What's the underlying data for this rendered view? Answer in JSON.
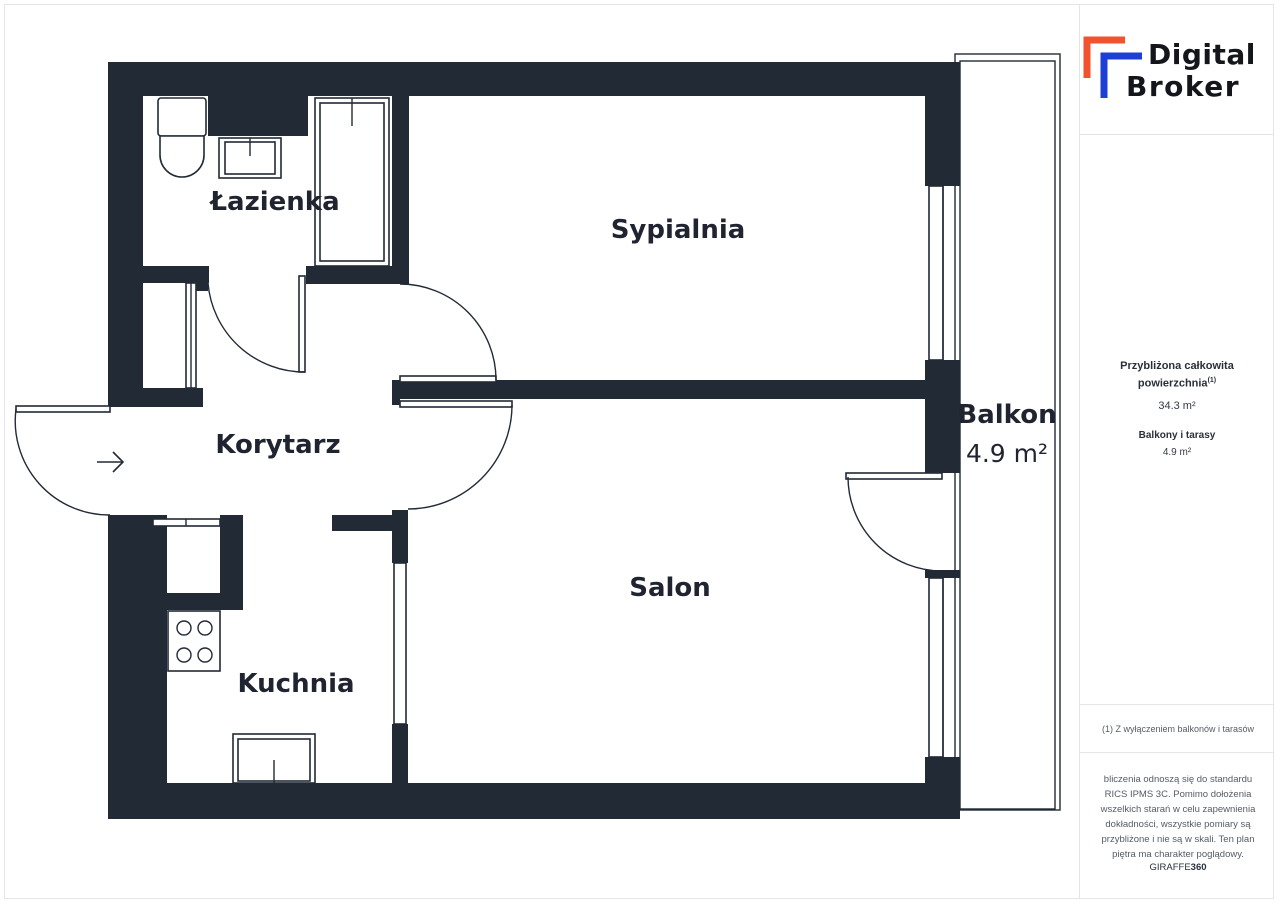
{
  "rooms": {
    "bathroom": "Łazienka",
    "bedroom": "Sypialnia",
    "hallway": "Korytarz",
    "living_room": "Salon",
    "kitchen": "Kuchnia",
    "balcony": "Balkon",
    "balcony_area": "4.9 m²"
  },
  "brand": {
    "line1": "Digital",
    "line2": "Broker",
    "accent_orange": "#f0532d",
    "accent_blue": "#1d3fd6"
  },
  "summary": {
    "total_label_line1": "Przybliżona całkowita",
    "total_label_line2": "powierzchnia",
    "total_label_sup": "(1)",
    "total_value": "34.3 m²",
    "balcony_label": "Balkony i tarasy",
    "balcony_value": "4.9 m²"
  },
  "footnote": "(1) Z wyłączeniem balkonów i tarasów",
  "disclaimer": [
    "bliczenia odnoszą się do standardu",
    "RICS IPMS 3C. Pomimo dołożenia",
    "wszelkich starań w celu zapewnienia",
    "dokładności, wszystkie pomiary są",
    "przybliżone i nie są w skali. Ten plan",
    "piętra ma charakter poglądowy."
  ],
  "credit": {
    "prefix": "GIRAFFE",
    "suffix": "360"
  },
  "colors": {
    "wall": "#222a36",
    "background": "#ffffff"
  }
}
